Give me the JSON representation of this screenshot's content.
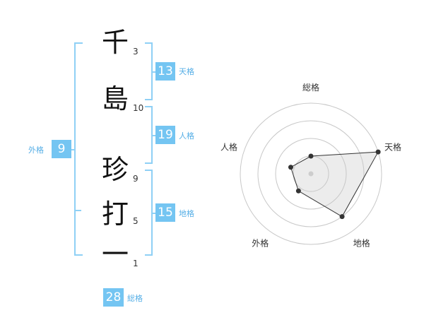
{
  "name_chars": [
    {
      "char": "千",
      "strokes": "3"
    },
    {
      "char": "島",
      "strokes": "10"
    },
    {
      "char": "珍",
      "strokes": "9"
    },
    {
      "char": "打",
      "strokes": "5"
    },
    {
      "char": "一",
      "strokes": "1"
    }
  ],
  "kaku": {
    "tenkaku": {
      "value": "13",
      "label": "天格"
    },
    "jinkaku": {
      "value": "19",
      "label": "人格"
    },
    "chikaku": {
      "value": "15",
      "label": "地格"
    },
    "gaikaku": {
      "value": "9",
      "label": "外格"
    },
    "soukaku": {
      "value": "28",
      "label": "総格"
    }
  },
  "colors": {
    "accent": "#74c5f2",
    "bracket": "#8fd0f5",
    "label": "#55aee6"
  },
  "radar": {
    "axes": [
      "総格",
      "天格",
      "地格",
      "外格",
      "人格"
    ],
    "rings": 4,
    "values": [
      0.25,
      1.0,
      0.75,
      0.3,
      0.3
    ],
    "max": 1.0
  }
}
